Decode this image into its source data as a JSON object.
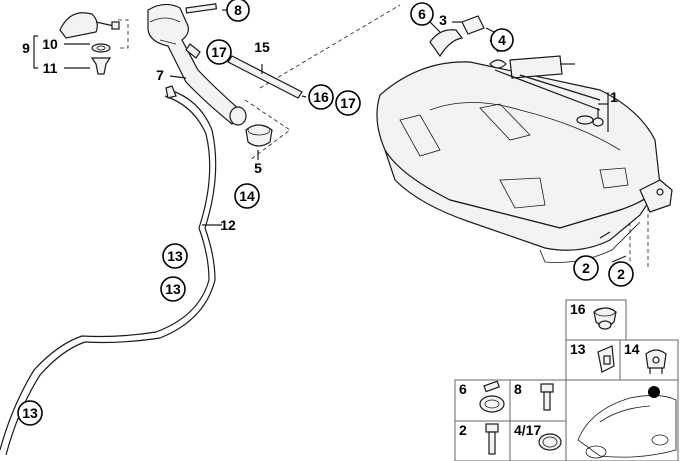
{
  "diagram": {
    "labels": {
      "callout_8": "8",
      "callout_6": "6",
      "plain_3": "3",
      "callout_4": "4",
      "plain_9": "9",
      "plain_10": "10",
      "plain_11": "11",
      "callout_17_top": "17",
      "plain_15": "15",
      "plain_7": "7",
      "callout_16": "16",
      "callout_17_right": "17",
      "plain_1": "1",
      "plain_5": "5",
      "callout_14": "14",
      "plain_12": "12",
      "callout_13_a": "13",
      "callout_13_b": "13",
      "callout_13_c": "13",
      "callout_2_a": "2",
      "callout_2_b": "2"
    },
    "inset_labels": {
      "cell_16": "16",
      "cell_13": "13",
      "cell_14": "14",
      "cell_6": "6",
      "cell_8": "8",
      "cell_2": "2",
      "cell_4_17": "4/17"
    }
  }
}
